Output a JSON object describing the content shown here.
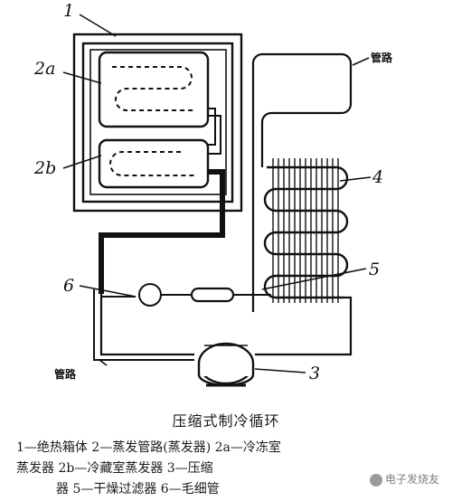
{
  "labels": {
    "l1": "1",
    "l2a": "2a",
    "l2b": "2b",
    "l3": "3",
    "l4": "4",
    "l5": "5",
    "l6": "6"
  },
  "pipe_notes": {
    "top_right": "管路",
    "bottom_left": "管路"
  },
  "caption": "压缩式制冷循环",
  "legend": {
    "line1": "1—绝热箱体  2—蒸发管路(蒸发器)  2a—冷冻室",
    "line2": "蒸发器  2b—冷藏室蒸发器  3—压缩",
    "line3": "器  5—干燥过滤器  6—毛细管"
  },
  "watermark": "电子发烧友",
  "colors": {
    "ink": "#111111",
    "pipe_dark": "#111111",
    "background": "#ffffff"
  }
}
